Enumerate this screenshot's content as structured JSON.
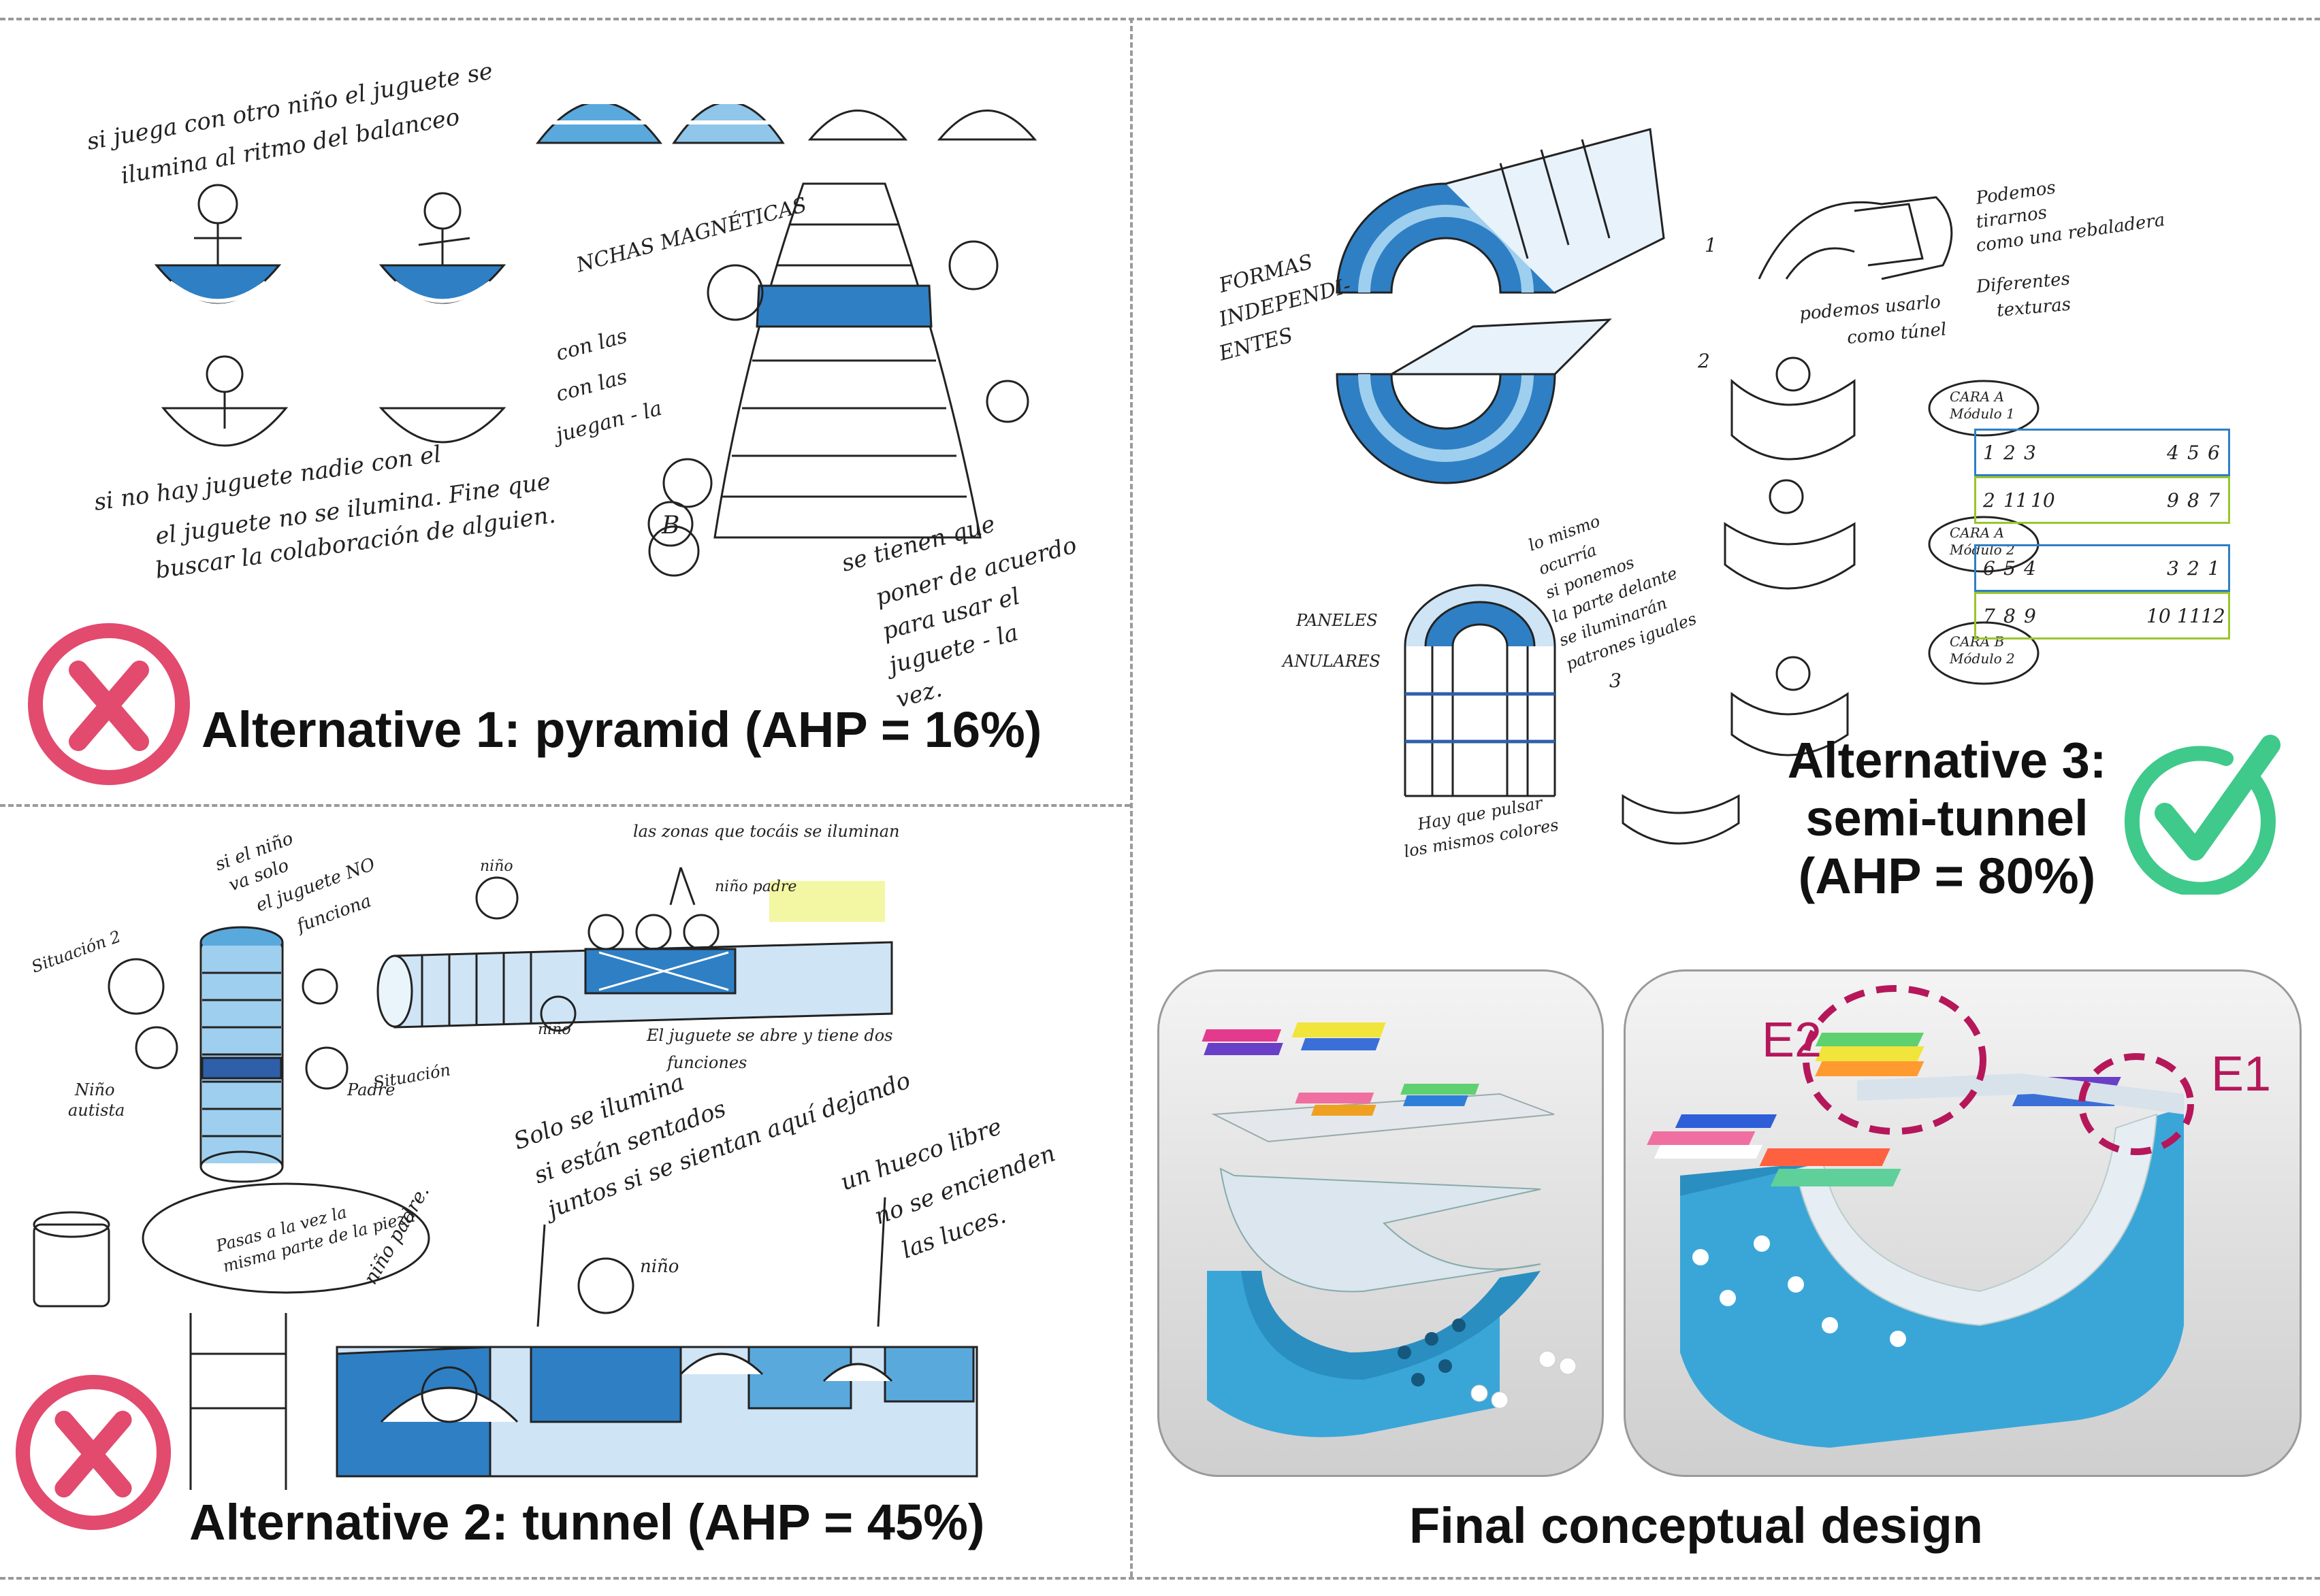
{
  "colors": {
    "reject": "#e24a6e",
    "accept": "#3fc98a",
    "sketch_blue": "#1e7fc4",
    "render_blue": "#3aa6d8",
    "highlight": "#b5175a"
  },
  "panels": {
    "alt1": {
      "caption": "Alternative 1: pyramid (AHP = 16%)",
      "status_icon": "reject-x-icon",
      "ahp_percent": 16
    },
    "alt2": {
      "caption": "Alternative 2: tunnel (AHP = 45%)",
      "status_icon": "reject-x-icon",
      "ahp_percent": 45
    },
    "alt3": {
      "caption_line1": "Alternative 3:",
      "caption_line2": "semi-tunnel",
      "caption_line3": "(AHP = 80%)",
      "status_icon": "accept-check-icon",
      "ahp_percent": 80,
      "table_rows": [
        [
          "1",
          "2",
          "3",
          "4",
          "5",
          "6"
        ],
        [
          "2",
          "11",
          "10",
          "9",
          "8",
          "7"
        ],
        [
          "6",
          "5",
          "4",
          "3",
          "2",
          "1"
        ],
        [
          "7",
          "8",
          "9",
          "10",
          "11",
          "12"
        ]
      ]
    },
    "final": {
      "caption": "Final conceptual design",
      "label_e1": "E1",
      "label_e2": "E2"
    }
  }
}
